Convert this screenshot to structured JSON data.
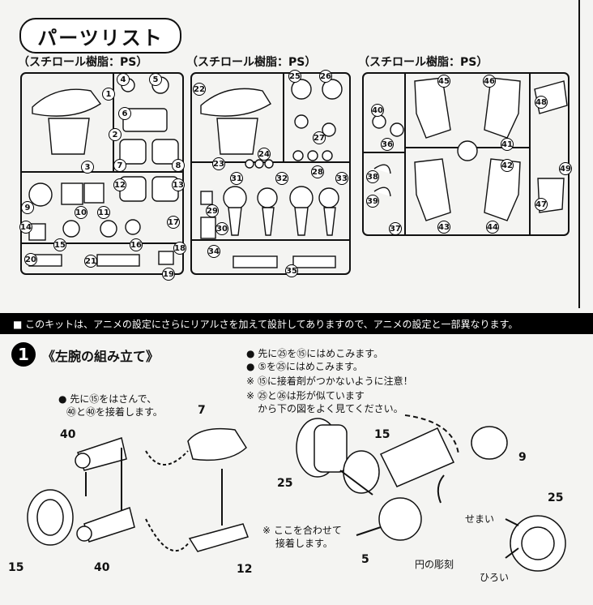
{
  "header": {
    "title": "パーツリスト",
    "runner_labels": [
      "（スチロール樹脂：PS）",
      "（スチロール樹脂：PS）",
      "（スチロール樹脂：PS）"
    ]
  },
  "runner1": {
    "parts": [
      "1",
      "2",
      "3",
      "4",
      "5",
      "6",
      "7",
      "8",
      "9",
      "10",
      "11",
      "12",
      "13",
      "14",
      "15",
      "16",
      "17",
      "18",
      "19",
      "20",
      "21"
    ]
  },
  "runner2": {
    "parts": [
      "22",
      "23",
      "24",
      "25",
      "26",
      "27",
      "28",
      "29",
      "30",
      "31",
      "32",
      "33",
      "34",
      "35"
    ]
  },
  "runner3": {
    "parts": [
      "36",
      "37",
      "38",
      "39",
      "40",
      "41",
      "42",
      "43",
      "44",
      "45",
      "46",
      "47",
      "48",
      "49"
    ]
  },
  "notice": "■ このキットは、アニメの設定にさらにリアルさを加えて設計してありますので、アニメの設定と一部異なります。",
  "step": {
    "number": "1",
    "title": "《左腕の組み立て》",
    "notes": [
      "● 先に㉕を⑮にはめこみます。",
      "● ⑤を㉕にはめこみます。",
      "※ ⑮に接着剤がつかないように注意！",
      "※ ㉕と㉖は形が似ています",
      "から下の図をよく見てください。"
    ],
    "left_note_1": "● 先に⑮をはさんで、",
    "left_note_2": "㊵と㊵を接着します。",
    "callout_1": "※ ここを合わせて",
    "callout_2": "接着します。",
    "engraving": "円の彫刻",
    "narrow": "せまい",
    "wide": "ひろい",
    "labels": {
      "p7": "7",
      "p40a": "40",
      "p40b": "40",
      "p15a": "15",
      "p12": "12",
      "p15b": "15",
      "p25a": "25",
      "p25b": "25",
      "p9": "9",
      "p5": "5"
    }
  }
}
